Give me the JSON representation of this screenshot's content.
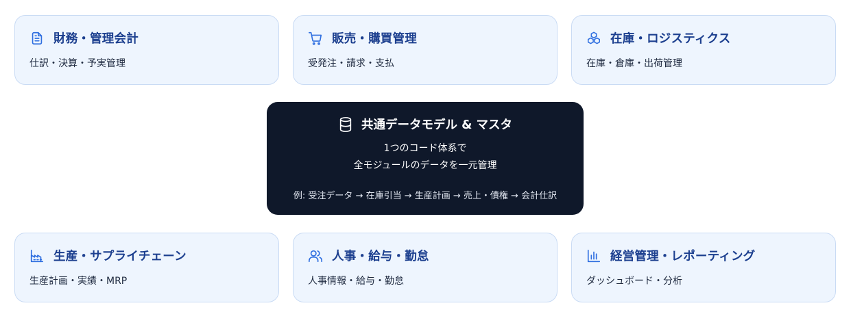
{
  "modules": [
    {
      "title": "財務・管理会計",
      "description": "仕訳・決算・予実管理",
      "icon": "document-icon"
    },
    {
      "title": "販売・購買管理",
      "description": "受発注・請求・支払",
      "icon": "cart-icon"
    },
    {
      "title": "在庫・ロジスティクス",
      "description": "在庫・倉庫・出荷管理",
      "icon": "boxes-icon"
    },
    {
      "title": "生産・サプライチェーン",
      "description": "生産計画・実績・MRP",
      "icon": "factory-icon"
    },
    {
      "title": "人事・給与・勤怠",
      "description": "人事情報・給与・勤怠",
      "icon": "users-icon"
    },
    {
      "title": "経営管理・レポーティング",
      "description": "ダッシュボード・分析",
      "icon": "bar-chart-icon"
    }
  ],
  "core": {
    "title": "共通データモデル & マスタ",
    "line1": "1つのコード体系で",
    "line2": "全モジュールのデータを一元管理",
    "example": "例: 受注データ → 在庫引当 → 生産計画 → 売上・債権 → 会計仕訳",
    "icon": "database-icon"
  },
  "colors": {
    "card_background": "#eef5fe",
    "card_border": "#c9dbf4",
    "title": "#1c3f8f",
    "icon": "#2f6fe0",
    "core_background": "#0f182a"
  }
}
